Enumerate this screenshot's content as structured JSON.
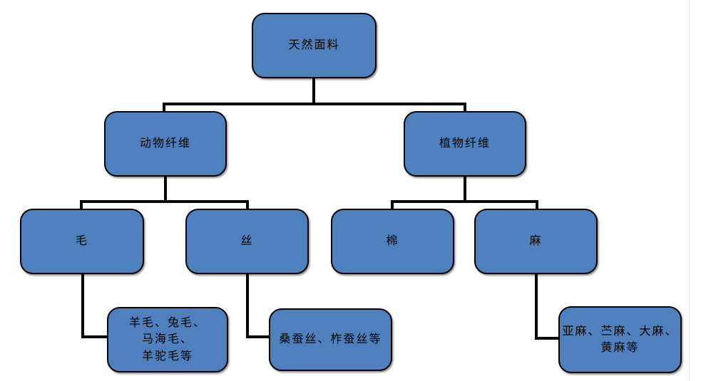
{
  "diagram": {
    "type": "tree-flowchart",
    "background": "#ffffff",
    "node_fill": "#4d80bd",
    "node_border": "#000000",
    "connector_color": "#000000",
    "nodes": {
      "root": {
        "label": "天然面料"
      },
      "animal_fiber": {
        "label": "动物纤维"
      },
      "plant_fiber": {
        "label": "植物纤维"
      },
      "wool": {
        "label": "毛"
      },
      "silk": {
        "label": "丝"
      },
      "cotton": {
        "label": "棉"
      },
      "hemp": {
        "label": "麻"
      },
      "wool_examples": {
        "label": "羊毛、兔毛、\n马海毛、\n羊驼毛等"
      },
      "silk_examples": {
        "label": "桑蚕丝、柞蚕丝等"
      },
      "hemp_examples": {
        "label": "亚麻、苎麻、大麻、\n黄麻等"
      }
    },
    "edges": [
      {
        "from": "root",
        "to": "animal_fiber"
      },
      {
        "from": "root",
        "to": "plant_fiber"
      },
      {
        "from": "animal_fiber",
        "to": "wool"
      },
      {
        "from": "animal_fiber",
        "to": "silk"
      },
      {
        "from": "plant_fiber",
        "to": "cotton"
      },
      {
        "from": "plant_fiber",
        "to": "hemp"
      },
      {
        "from": "wool",
        "to": "wool_examples"
      },
      {
        "from": "silk",
        "to": "silk_examples"
      },
      {
        "from": "hemp",
        "to": "hemp_examples"
      }
    ]
  }
}
